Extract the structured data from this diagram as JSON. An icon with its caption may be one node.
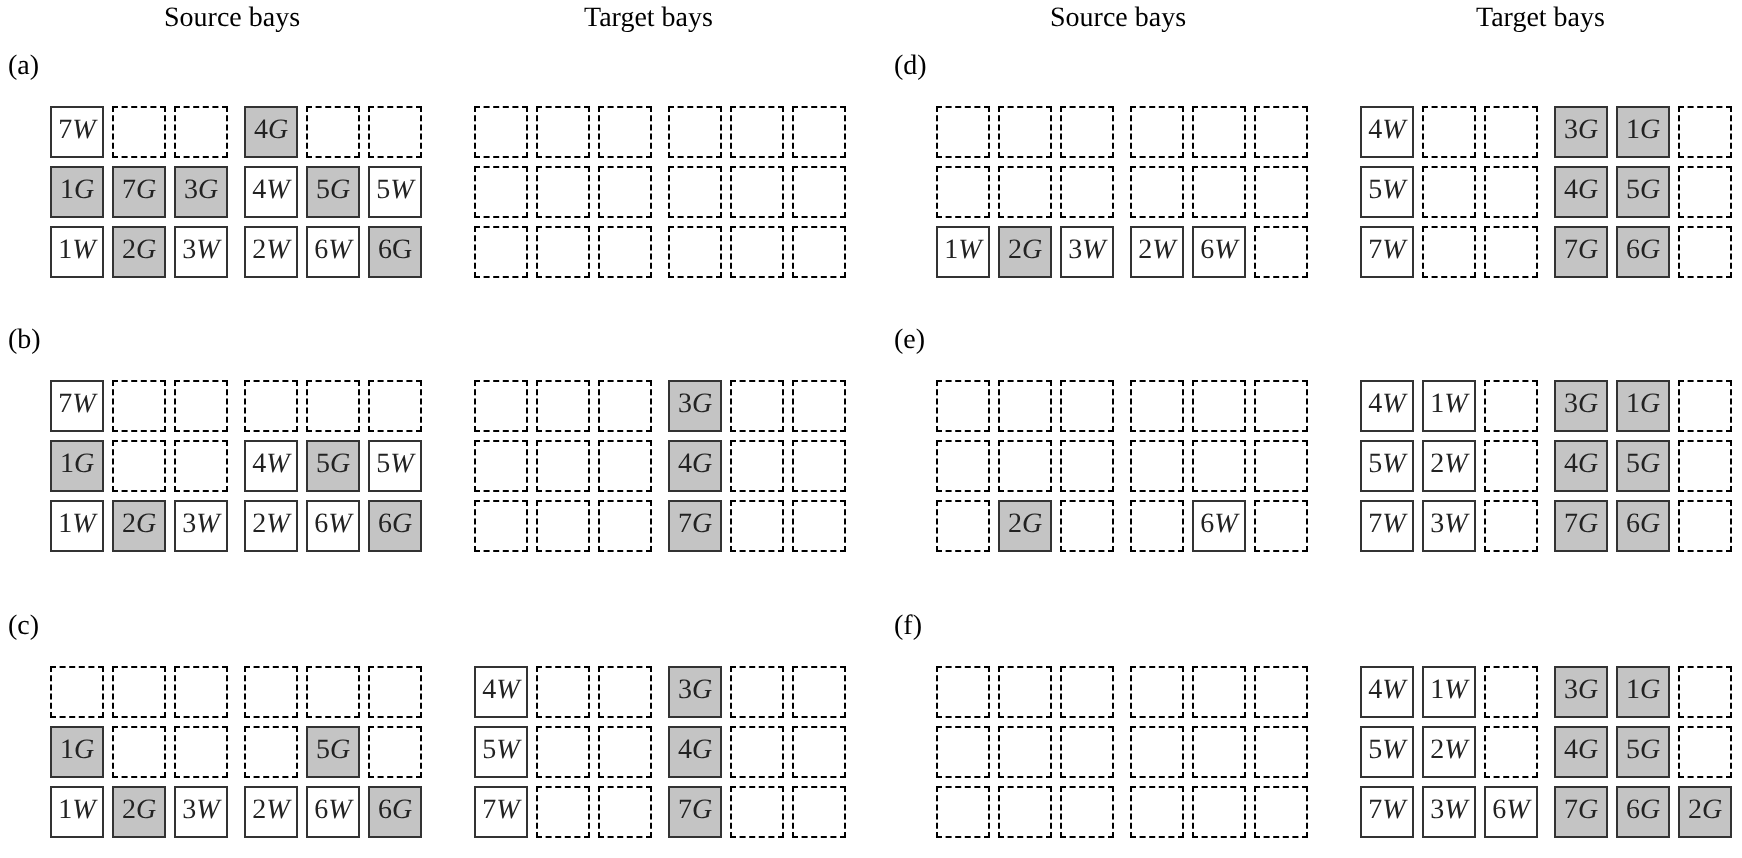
{
  "diagram": {
    "nodes": [
      {
        "text": [
          "7W"
        ]
      },
      {
        "text": [],
        "shape": "box"
      },
      {
        "text": [],
        "shape": "box"
      },
      {
        "text": [
          "4G"
        ]
      },
      {
        "text": [],
        "shape": "box"
      },
      {
        "text": [],
        "shape": "box"
      },
      {
        "text": [],
        "shape": "box"
      },
      {
        "text": [],
        "shape": "box"
      },
      {
        "text": [],
        "shape": "box"
      },
      {
        "text": [],
        "shape": "box"
      },
      {
        "text": [],
        "shape": "box"
      },
      {
        "text": [],
        "shape": "box"
      },
      {
        "text": [
          "1G"
        ]
      },
      {
        "text": [
          "7G"
        ]
      },
      {
        "text": [
          "3G"
        ]
      },
      {
        "text": [
          "4W"
        ]
      },
      {
        "text": [
          "5G"
        ]
      },
      {
        "text": [
          "5W"
        ]
      },
      {
        "text": [],
        "shape": "box"
      },
      {
        "text": [],
        "shape": "box"
      },
      {
        "text": [],
        "shape": "box"
      },
      {
        "text": [],
        "shape": "box"
      },
      {
        "text": [],
        "shape": "box"
      },
      {
        "text": [],
        "shape": "box"
      },
      {
        "text": [
          "1W"
        ]
      },
      {
        "text": [
          "2G"
        ]
      },
      {
        "text": [
          "3W"
        ]
      },
      {
        "text": [
          "2W"
        ]
      },
      {
        "text": [
          "6W"
        ]
      },
      {
        "text": [
          "6G"
        ]
      },
      {
        "text": [],
        "shape": "box"
      },
      {
        "text": [],
        "shape": "box"
      },
      {
        "text": [],
        "shape": "box"
      },
      {
        "text": [],
        "shape": "box"
      },
      {
        "text": [],
        "shape": "box"
      },
      {
        "text": [],
        "shape": "box"
      },
      {
        "text": [
          "7W"
        ]
      },
      {
        "text": [],
        "shape": "box"
      },
      {
        "text": [],
        "shape": "box"
      },
      {
        "text": [],
        "shape": "box"
      },
      {
        "text": [],
        "shape": "box"
      },
      {
        "text": [],
        "shape": "box"
      },
      {
        "text": [],
        "shape": "box"
      },
      {
        "text": [],
        "shape": "box"
      },
      {
        "text": [],
        "shape": "box"
      },
      {
        "text": [
          "3G"
        ]
      },
      {
        "text": [],
        "shape": "box"
      },
      {
        "text": [],
        "shape": "box"
      },
      {
        "text": [
          "1G"
        ]
      },
      {
        "text": [],
        "shape": "box"
      },
      {
        "text": [],
        "shape": "box"
      },
      {
        "text": [
          "4W"
        ]
      },
      {
        "text": [
          "5G"
        ]
      },
      {
        "text": [
          "5W"
        ]
      },
      {
        "text": [],
        "shape": "box"
      },
      {
        "text": [],
        "shape": "box"
      },
      {
        "text": [],
        "shape": "box"
      },
      {
        "text": [
          "4G"
        ]
      },
      {
        "text": [],
        "shape": "box"
      },
      {
        "text": [],
        "shape": "box"
      },
      {
        "text": [
          "1W"
        ]
      },
      {
        "text": [
          "2G"
        ]
      },
      {
        "text": [
          "3W"
        ]
      },
      {
        "text": [
          "2W"
        ]
      },
      {
        "text": [
          "6W"
        ]
      },
      {
        "text": [
          "6G"
        ]
      },
      {
        "text": [],
        "shape": "box"
      },
      {
        "text": [],
        "shape": "box"
      },
      {
        "text": [],
        "shape": "box"
      },
      {
        "text": [
          "7G"
        ]
      },
      {
        "text": [],
        "shape": "box"
      },
      {
        "text": [],
        "shape": "box"
      },
      {
        "text": [],
        "shape": "box"
      },
      {
        "text": [],
        "shape": "box"
      },
      {
        "text": [],
        "shape": "box"
      },
      {
        "text": [],
        "shape": "box"
      },
      {
        "text": [],
        "shape": "box"
      },
      {
        "text": [],
        "shape": "box"
      },
      {
        "text": [
          "4W"
        ]
      },
      {
        "text": [],
        "shape": "box"
      },
      {
        "text": [],
        "shape": "box"
      },
      {
        "text": [
          "3G"
        ]
      },
      {
        "text": [],
        "shape": "box"
      },
      {
        "text": [],
        "shape": "box"
      },
      {
        "text": [
          "1G"
        ]
      },
      {
        "text": [],
        "shape": "box"
      },
      {
        "text": [],
        "shape": "box"
      },
      {
        "text": [],
        "shape": "box"
      },
      {
        "text": [
          "5G"
        ]
      },
      {
        "text": [],
        "shape": "box"
      },
      {
        "text": [
          "5W"
        ]
      },
      {
        "text": [],
        "shape": "box"
      },
      {
        "text": [],
        "shape": "box"
      },
      {
        "text": [
          "4G"
        ]
      },
      {
        "text": [],
        "shape": "box"
      },
      {
        "text": [],
        "shape": "box"
      },
      {
        "text": [
          "1W"
        ]
      },
      {
        "text": [
          "2G"
        ]
      },
      {
        "text": [
          "3W"
        ]
      },
      {
        "text": [
          "2W"
        ]
      },
      {
        "text": [
          "6W"
        ]
      },
      {
        "text": [
          "6G"
        ]
      },
      {
        "text": [
          "7W"
        ]
      },
      {
        "text": [],
        "shape": "box"
      },
      {
        "text": [],
        "shape": "box"
      },
      {
        "text": [
          "7G"
        ]
      },
      {
        "text": [],
        "shape": "box"
      },
      {
        "text": [],
        "shape": "box"
      },
      {
        "text": [],
        "shape": "box"
      },
      {
        "text": [],
        "shape": "box"
      },
      {
        "text": [],
        "shape": "box"
      },
      {
        "text": [],
        "shape": "box"
      },
      {
        "text": [],
        "shape": "box"
      },
      {
        "text": [],
        "shape": "box"
      },
      {
        "text": [
          "4W"
        ]
      },
      {
        "text": [],
        "shape": "box"
      },
      {
        "text": [],
        "shape": "box"
      },
      {
        "text": [
          "3G"
        ]
      },
      {
        "text": [
          "1G"
        ]
      },
      {
        "text": [],
        "shape": "box"
      },
      {
        "text": [],
        "shape": "box"
      },
      {
        "text": [],
        "shape": "box"
      },
      {
        "text": [],
        "shape": "box"
      },
      {
        "text": [],
        "shape": "box"
      },
      {
        "text": [],
        "shape": "box"
      },
      {
        "text": [],
        "shape": "box"
      },
      {
        "text": [
          "5W"
        ]
      },
      {
        "text": [],
        "shape": "box"
      },
      {
        "text": [],
        "shape": "box"
      },
      {
        "text": [
          "4G"
        ]
      },
      {
        "text": [
          "5G"
        ]
      },
      {
        "text": [],
        "shape": "box"
      },
      {
        "text": [
          "1W"
        ]
      },
      {
        "text": [
          "2G"
        ]
      },
      {
        "text": [
          "3W"
        ]
      },
      {
        "text": [
          "2W"
        ]
      },
      {
        "text": [
          "6W"
        ]
      },
      {
        "text": [],
        "shape": "box"
      },
      {
        "text": [
          "7W"
        ]
      },
      {
        "text": [],
        "shape": "box"
      },
      {
        "text": [],
        "shape": "box"
      },
      {
        "text": [
          "7G"
        ]
      },
      {
        "text": [
          "6G"
        ]
      },
      {
        "text": [],
        "shape": "box"
      },
      {
        "text": [],
        "shape": "box"
      },
      {
        "text": [],
        "shape": "box"
      },
      {
        "text": [],
        "shape": "box"
      },
      {
        "text": [],
        "shape": "box"
      },
      {
        "text": [],
        "shape": "box"
      },
      {
        "text": [],
        "shape": "box"
      },
      {
        "text": [
          "4W"
        ]
      },
      {
        "text": [
          "1W"
        ]
      },
      {
        "text": [],
        "shape": "box"
      },
      {
        "text": [
          "3G"
        ]
      },
      {
        "text": [
          "1G"
        ]
      },
      {
        "text": [],
        "shape": "box"
      },
      {
        "text": [],
        "shape": "box"
      },
      {
        "text": [],
        "shape": "box"
      },
      {
        "text": [],
        "shape": "box"
      },
      {
        "text": [],
        "shape": "box"
      },
      {
        "text": [],
        "shape": "box"
      },
      {
        "text": [],
        "shape": "box"
      },
      {
        "text": [
          "5W"
        ]
      },
      {
        "text": [
          "2W"
        ]
      },
      {
        "text": [],
        "shape": "box"
      },
      {
        "text": [
          "4G"
        ]
      },
      {
        "text": [
          "5G"
        ]
      },
      {
        "text": [],
        "shape": "box"
      },
      {
        "text": [],
        "shape": "box"
      },
      {
        "text": [
          "2G"
        ]
      },
      {
        "text": [],
        "shape": "box"
      },
      {
        "text": [],
        "shape": "box"
      },
      {
        "text": [
          "6W"
        ]
      },
      {
        "text": [],
        "shape": "box"
      },
      {
        "text": [
          "7W"
        ]
      },
      {
        "text": [
          "3W"
        ]
      },
      {
        "text": [],
        "shape": "box"
      },
      {
        "text": [
          "7G"
        ]
      },
      {
        "text": [
          "6G"
        ]
      },
      {
        "text": [],
        "shape": "box"
      },
      {
        "text": [],
        "shape": "box"
      },
      {
        "text": [],
        "shape": "box"
      },
      {
        "text": [],
        "shape": "box"
      },
      {
        "text": [],
        "shape": "box"
      },
      {
        "text": [],
        "shape": "box"
      },
      {
        "text": [],
        "shape": "box"
      },
      {
        "text": [
          "4W"
        ]
      },
      {
        "text": [
          "1W"
        ]
      },
      {
        "text": [],
        "shape": "box"
      },
      {
        "text": [
          "3G"
        ]
      },
      {
        "text": [
          "1G"
        ]
      },
      {
        "text": [],
        "shape": "box"
      },
      {
        "text": [],
        "shape": "box"
      },
      {
        "text": [],
        "shape": "box"
      },
      {
        "text": [],
        "shape": "box"
      },
      {
        "text": [],
        "shape": "box"
      },
      {
        "text": [],
        "shape": "box"
      },
      {
        "text": [],
        "shape": "box"
      },
      {
        "text": [
          "5W"
        ]
      },
      {
        "text": [
          "2W"
        ]
      },
      {
        "text": [],
        "shape": "box"
      },
      {
        "text": [
          "4G"
        ]
      },
      {
        "text": [
          "5G"
        ]
      },
      {
        "text": [],
        "shape": "box"
      },
      {
        "text": [],
        "shape": "box"
      },
      {
        "text": [],
        "shape": "box"
      },
      {
        "text": [],
        "shape": "box"
      },
      {
        "text": [],
        "shape": "box"
      },
      {
        "text": [],
        "shape": "box"
      },
      {
        "text": [],
        "shape": "box"
      },
      {
        "text": [
          "7W"
        ]
      },
      {
        "text": [
          "3W"
        ]
      },
      {
        "text": [
          "6W"
        ]
      },
      {
        "text": [
          "7G"
        ]
      },
      {
        "text": [
          "6G"
        ]
      },
      {
        "text": [
          "2G"
        ]
      }
    ],
    "labels": [
      "Source bays",
      "Target bays",
      "Source bays",
      "Target bays",
      "(a)",
      "(d)",
      "(b)",
      "(e)",
      "(c)",
      "(f)"
    ]
  }
}
